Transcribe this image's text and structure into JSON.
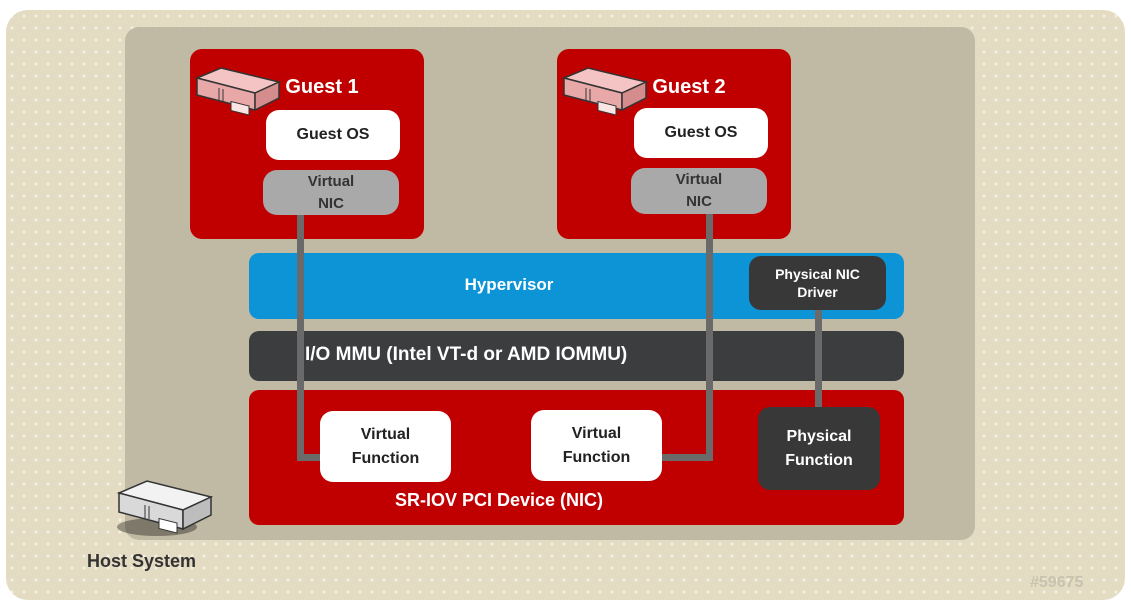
{
  "host": {
    "label": "Host System"
  },
  "figure_id": "#59675",
  "guests": [
    {
      "title": "Guest 1",
      "os": "Guest OS",
      "nic_line1": "Virtual",
      "nic_line2": "NIC"
    },
    {
      "title": "Guest 2",
      "os": "Guest OS",
      "nic_line1": "Virtual",
      "nic_line2": "NIC"
    }
  ],
  "hypervisor": {
    "label": "Hypervisor",
    "driver_line1": "Physical NIC",
    "driver_line2": "Driver"
  },
  "iommu": {
    "label": "I/O MMU (Intel VT-d or AMD IOMMU)"
  },
  "device": {
    "label": "SR-IOV PCI Device (NIC)",
    "vf1": {
      "line1": "Virtual",
      "line2": "Function"
    },
    "vf2": {
      "line1": "Virtual",
      "line2": "Function"
    },
    "pf": {
      "line1": "Physical",
      "line2": "Function"
    }
  },
  "icons": [
    "server-icon",
    "host-server-icon"
  ],
  "colors": {
    "guest": "#c00000",
    "hypervisor": "#0c94d6",
    "iommu": "#3b3d3f",
    "background": "#e3dcc2"
  }
}
